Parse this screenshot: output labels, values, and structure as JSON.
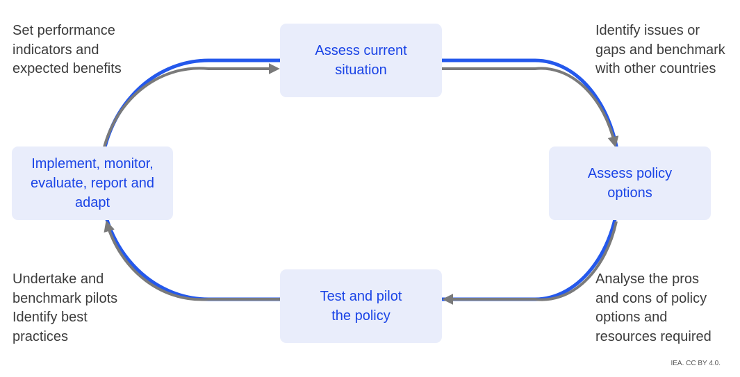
{
  "steps": {
    "assess_situation": "Assess current\nsituation",
    "assess_options": "Assess policy\noptions",
    "test_pilot": "Test and pilot\nthe policy",
    "implement": "Implement, monitor,\nevaluate, report and\nadapt"
  },
  "notes": {
    "top_left": "Set performance\nindicators and\nexpected benefits",
    "top_right": "Identify issues or\ngaps and benchmark\nwith other countries",
    "bottom_right": "Analyse the pros\nand cons of policy\noptions and\nresources required",
    "bottom_left": "Undertake and\nbenchmark pilots\nIdentify best\npractices"
  },
  "credit": "IEA. CC BY 4.0.",
  "colors": {
    "loop_blue": "#2458ec",
    "arrow_gray": "#7a7a7a",
    "box_fill": "#e9edfb",
    "box_text": "#1a44e6",
    "note_text": "#3c3c3c"
  }
}
